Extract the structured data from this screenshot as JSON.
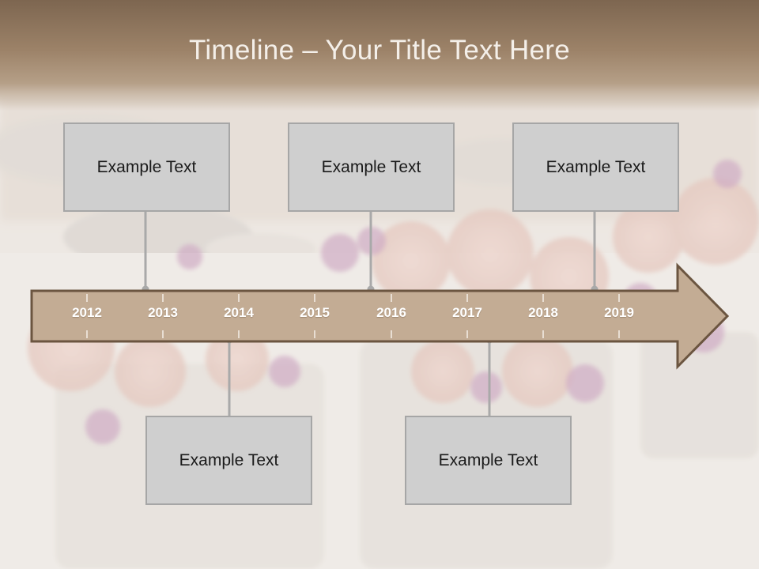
{
  "slide": {
    "title": "Timeline – Your Title Text Here"
  },
  "timeline": {
    "years": [
      "2012",
      "2013",
      "2014",
      "2015",
      "2016",
      "2017",
      "2018",
      "2019"
    ],
    "arrow_color": "#c3ac94",
    "arrow_border": "#6b5540"
  },
  "callouts": {
    "top": [
      {
        "text": "Example Text"
      },
      {
        "text": "Example Text"
      },
      {
        "text": "Example Text"
      }
    ],
    "bottom": [
      {
        "text": "Example Text"
      },
      {
        "text": "Example Text"
      }
    ]
  },
  "colors": {
    "title_band": "#9c8268",
    "box_fill": "#cfcfcf",
    "box_border": "#a6a6a6",
    "connector": "#a9a9a9"
  }
}
